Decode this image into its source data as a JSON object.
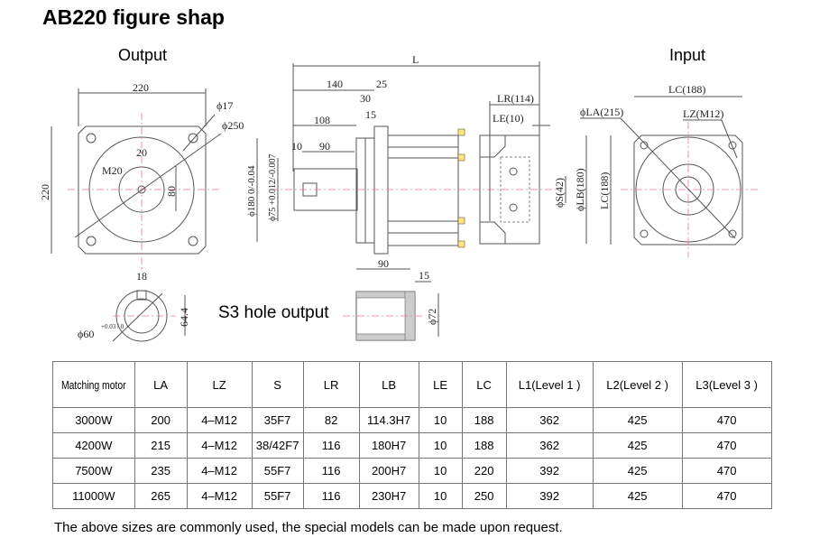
{
  "title": "AB220 figure shap",
  "views": {
    "output": "Output",
    "input": "Input",
    "s3": "S3 hole output"
  },
  "dims": {
    "out_w": "220",
    "out_h": "220",
    "phi17": "ϕ17",
    "phi250": "ϕ250",
    "key20": "20",
    "m20": "M20",
    "d80": "80",
    "key18": "18",
    "d644": "64.4",
    "phi60": "ϕ60",
    "phi60_tol": "+0.03 / 0",
    "L": "L",
    "d140": "140",
    "d25": "25",
    "d30": "30",
    "d15": "15",
    "d108": "108",
    "d10": "10",
    "d90": "90",
    "phi180": "ϕ180 0/-0.04",
    "phi75": "ϕ75 +0.012/-0.007",
    "LR": "LR(114)",
    "LE": "LE(10)",
    "S": "ϕS(42)",
    "LB": "ϕLB(180)",
    "LC_side": "LC(188)",
    "LC_top": "LC(188)",
    "LA": "ϕLA(215)",
    "LZ": "LZ(M12)",
    "s3_90": "90",
    "s3_15": "15",
    "s3_phi72": "ϕ72"
  },
  "table": {
    "headers": [
      "Matching motor",
      "LA",
      "LZ",
      "S",
      "LR",
      "LB",
      "LE",
      "LC",
      "L1(Level 1 )",
      "L2(Level 2 )",
      "L3(Level 3 )"
    ],
    "rows": [
      [
        "3000W",
        "200",
        "4–M12",
        "35F7",
        "82",
        "114.3H7",
        "10",
        "188",
        "362",
        "425",
        "470"
      ],
      [
        "4200W",
        "215",
        "4–M12",
        "38/42F7",
        "116",
        "180H7",
        "10",
        "188",
        "362",
        "425",
        "470"
      ],
      [
        "7500W",
        "235",
        "4–M12",
        "55F7",
        "116",
        "200H7",
        "10",
        "220",
        "392",
        "425",
        "470"
      ],
      [
        "11000W",
        "265",
        "4–M12",
        "55F7",
        "116",
        "230H7",
        "10",
        "250",
        "392",
        "425",
        "470"
      ]
    ]
  },
  "footer": "The above sizes are commonly used, the special models can be made upon request."
}
